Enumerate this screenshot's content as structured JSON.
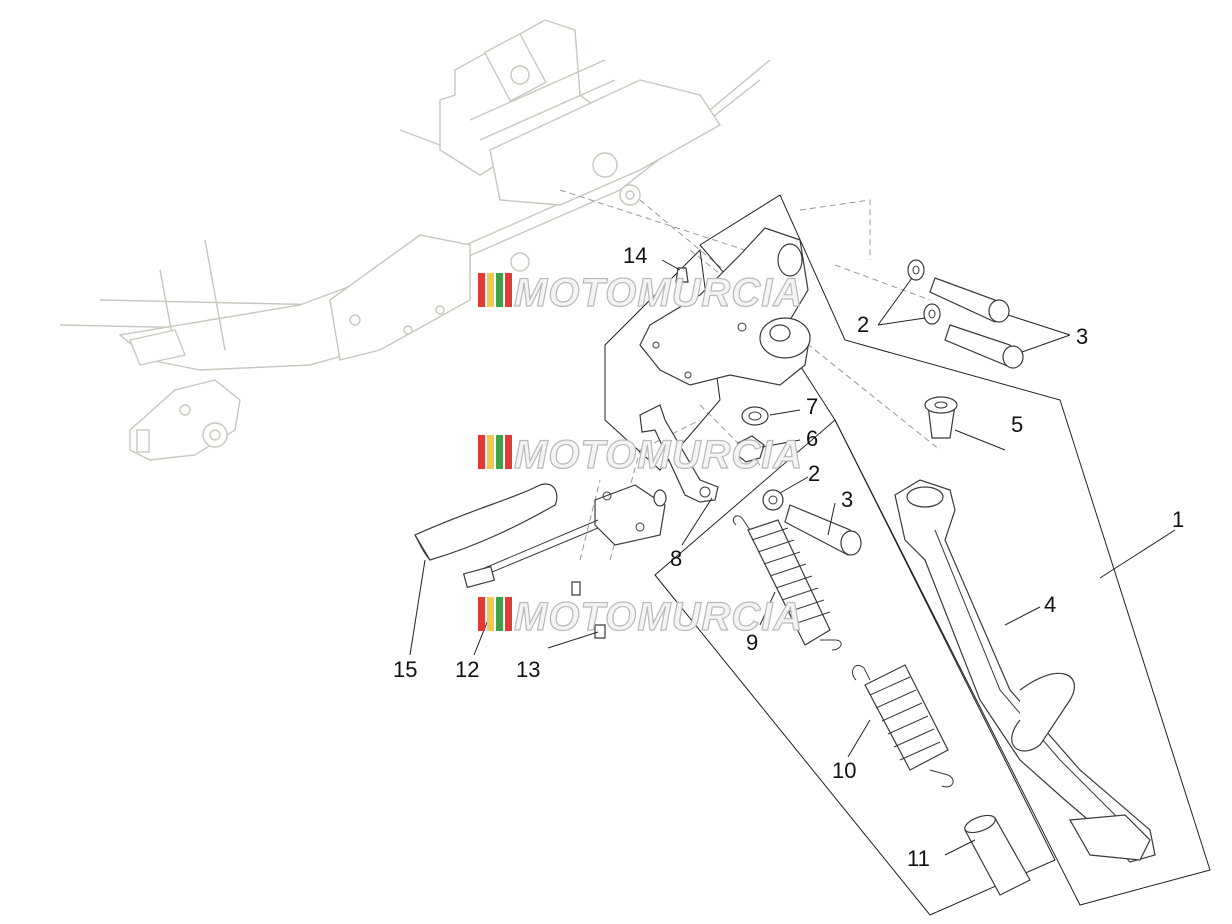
{
  "watermark": {
    "text": "MOTOMURCIA",
    "stripe_colors": [
      "#e53935",
      "#f2c94c",
      "#43a047",
      "#e53935"
    ]
  },
  "callouts": [
    {
      "id": "c1",
      "label": "1"
    },
    {
      "id": "c2a",
      "label": "2"
    },
    {
      "id": "c3a",
      "label": "3"
    },
    {
      "id": "c2b",
      "label": "2"
    },
    {
      "id": "c3b",
      "label": "3"
    },
    {
      "id": "c4",
      "label": "4"
    },
    {
      "id": "c5",
      "label": "5"
    },
    {
      "id": "c6",
      "label": "6"
    },
    {
      "id": "c7",
      "label": "7"
    },
    {
      "id": "c8",
      "label": "8"
    },
    {
      "id": "c9",
      "label": "9"
    },
    {
      "id": "c10",
      "label": "10"
    },
    {
      "id": "c11",
      "label": "11"
    },
    {
      "id": "c12",
      "label": "12"
    },
    {
      "id": "c13",
      "label": "13"
    },
    {
      "id": "c14",
      "label": "14"
    },
    {
      "id": "c15",
      "label": "15"
    }
  ]
}
